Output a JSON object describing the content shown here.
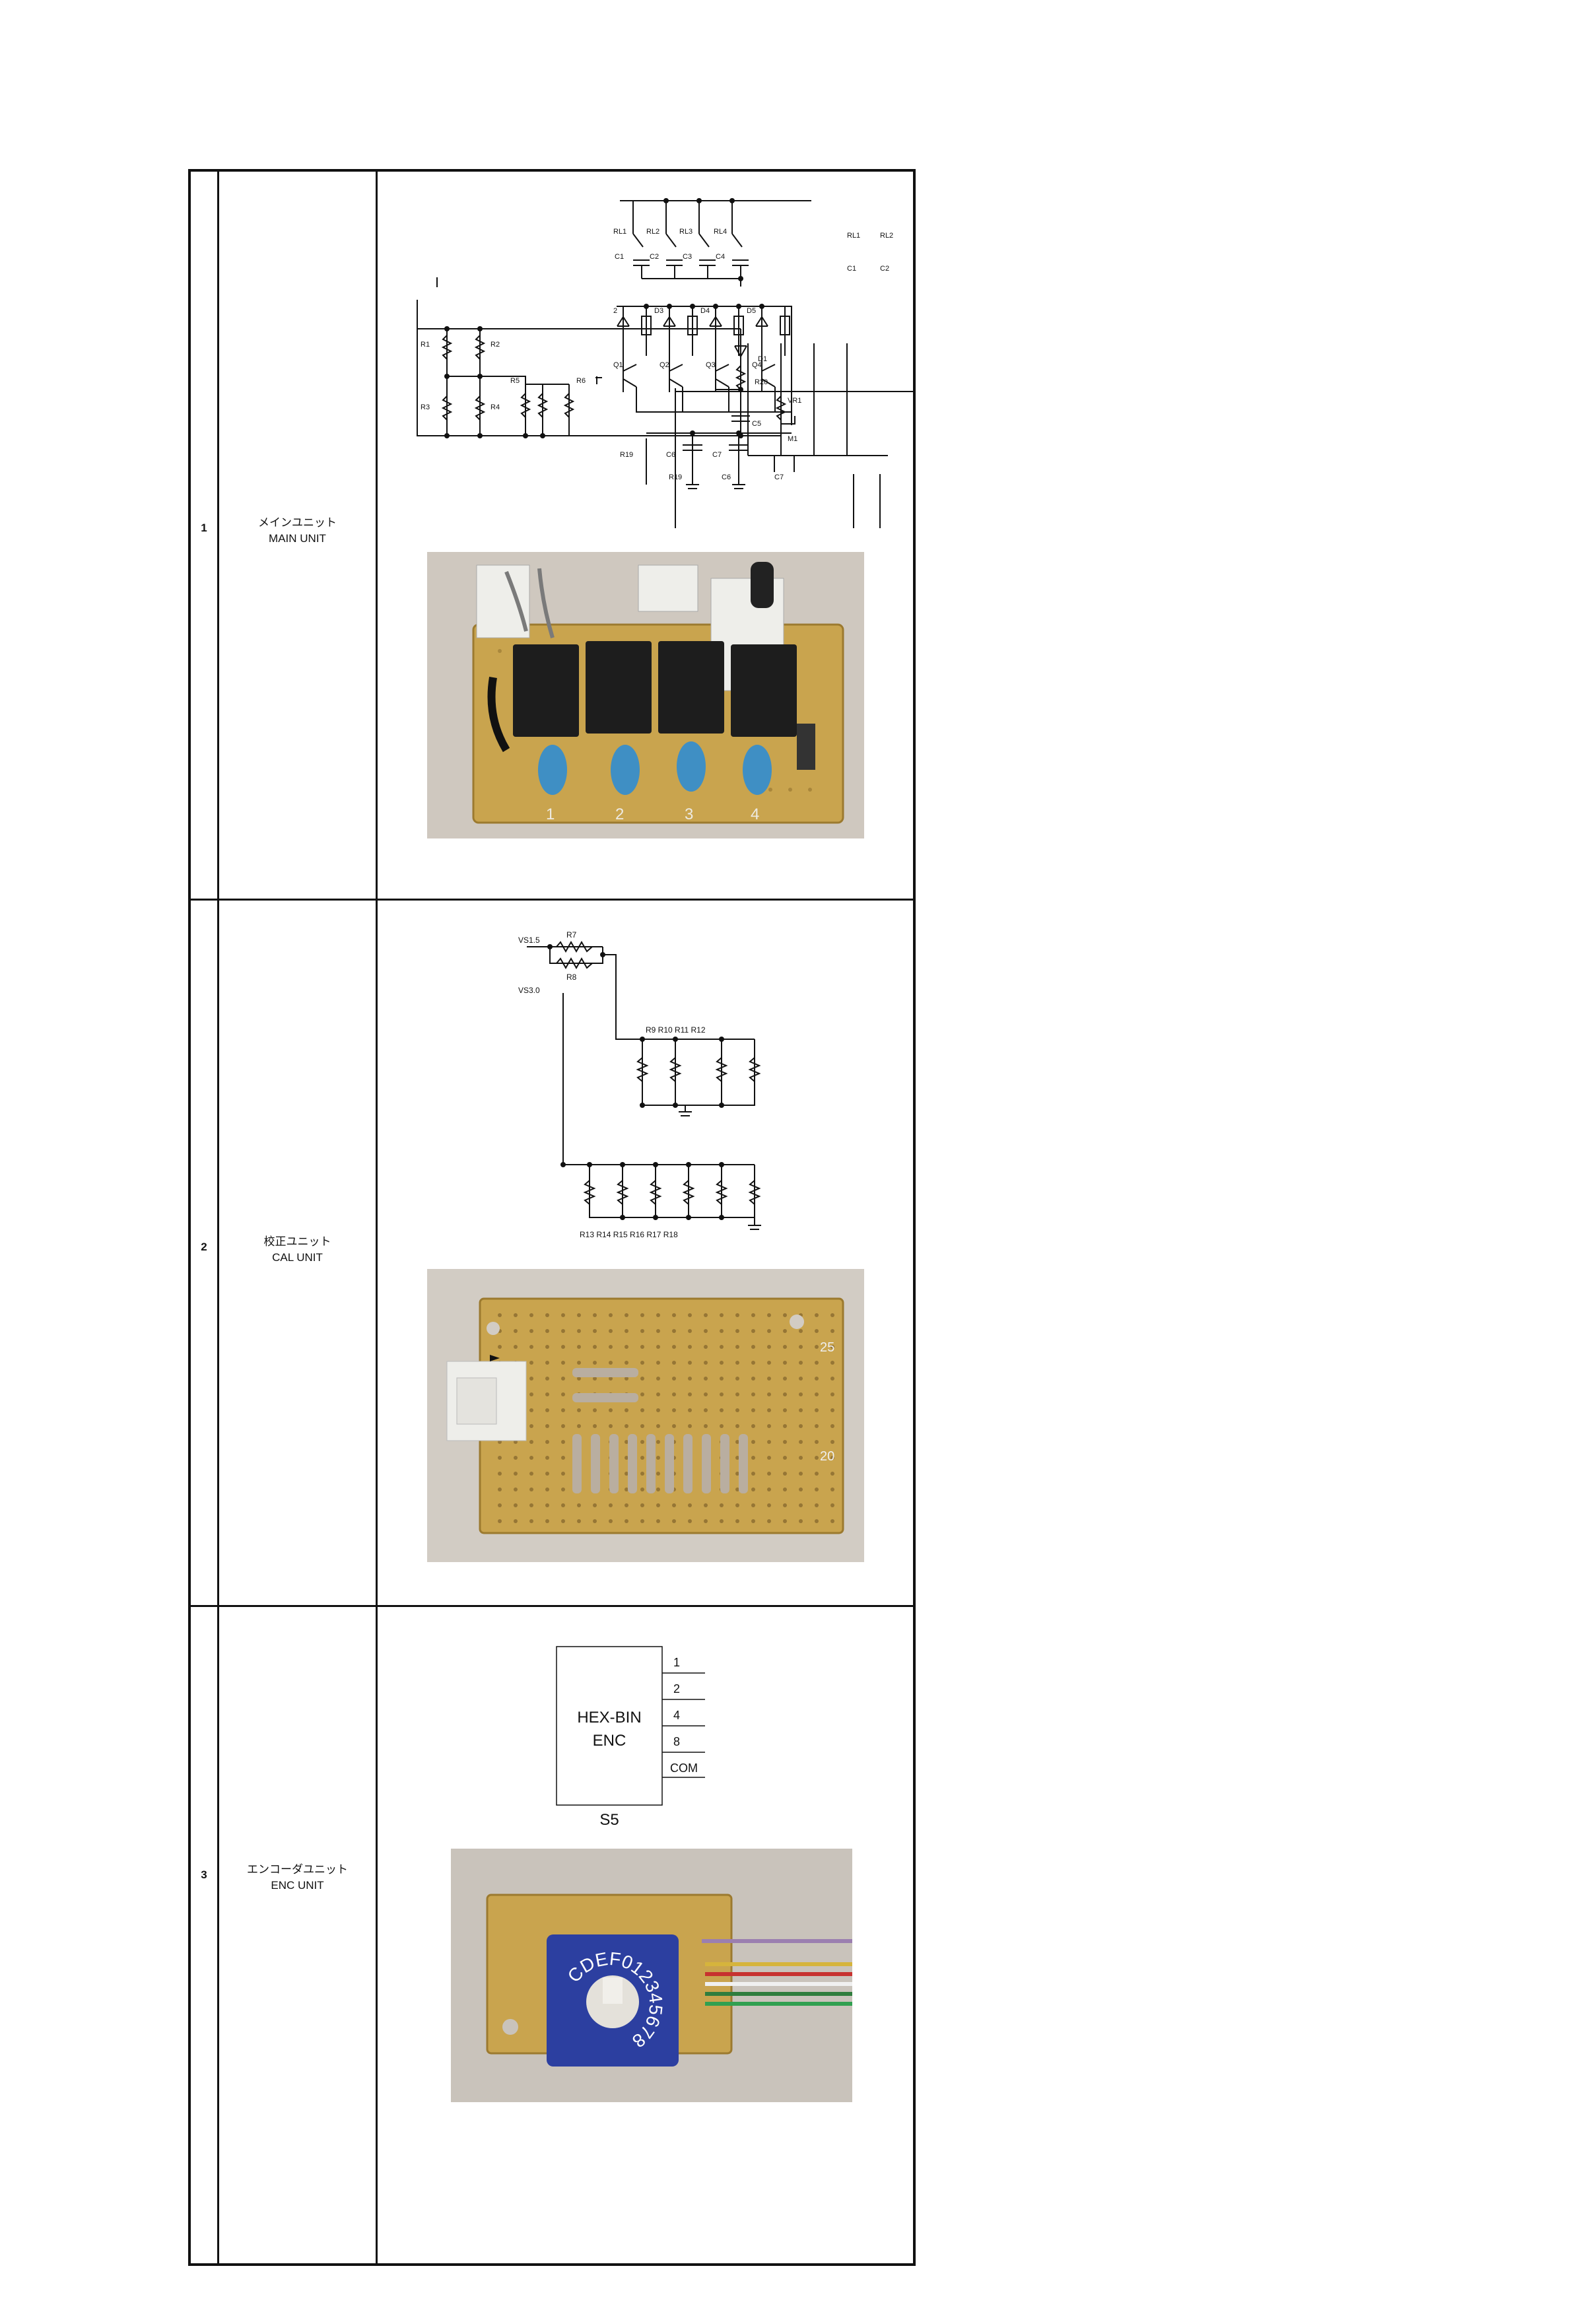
{
  "rows": [
    {
      "index": "1",
      "name_jp": "メインユニット",
      "name_en": "MAIN UNIT",
      "schematic_labels": {
        "r1": "R1",
        "r2": "R2",
        "r3": "R3",
        "r4": "R4",
        "r5": "R5",
        "r6": "R6",
        "r20": "R20",
        "d1": "D1",
        "vr1": "VR1",
        "c5": "C5",
        "m1": "M1",
        "rl1": "RL1",
        "rl2": "RL2",
        "rl3": "RL3",
        "rl4": "RL4",
        "c1": "C1",
        "c2": "C2",
        "c3": "C3",
        "c4": "C4",
        "d2": "D2",
        "d3": "D3",
        "d4": "D4",
        "d5": "D5",
        "q1": "Q1",
        "q2": "Q2",
        "q3": "Q3",
        "q4": "Q4",
        "r19": "R19",
        "c6": "C6",
        "c7": "C7"
      },
      "photo_digits": [
        "1",
        "2",
        "3",
        "4"
      ]
    },
    {
      "index": "2",
      "name_jp": "校正ユニット",
      "name_en": "CAL UNIT",
      "schematic_labels": {
        "vs15": "VS1.5",
        "vs30": "VS3.0",
        "r7": "R7",
        "r8": "R8",
        "top_row": "R9 R10 R11 R12",
        "bottom_row": "R13 R14 R15 R16 R17 R18"
      },
      "photo_digits": [
        "25",
        "20"
      ]
    },
    {
      "index": "3",
      "name_jp": "エンコーダユニット",
      "name_en": "ENC UNIT",
      "encoder": {
        "line1": "HEX-BIN",
        "line2": "ENC",
        "pins": [
          "1",
          "2",
          "4",
          "8",
          "COM"
        ],
        "ref": "S5"
      },
      "dial_text": "CDEF012345678"
    }
  ],
  "colors": {
    "pcb": "#c9a44e",
    "relay": "#1d1d1d",
    "capacitor": "#3f8fc4",
    "connector": "#eeeeea",
    "photo_bg": "#cfc8bf",
    "dial": "#2c3fa0"
  }
}
